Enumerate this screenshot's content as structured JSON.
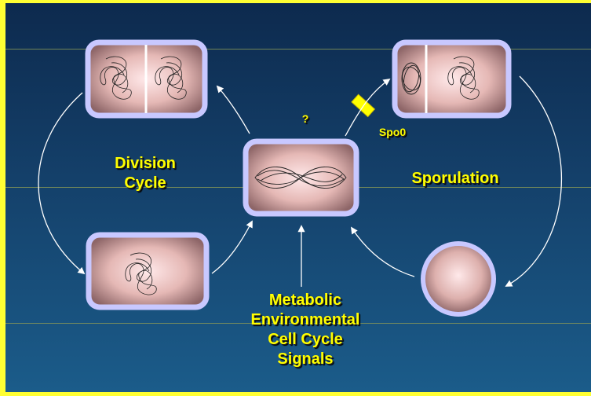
{
  "labels": {
    "question": "?",
    "spo0": "Spo0",
    "division_line1": "Division",
    "division_line2": "Cycle",
    "sporulation": "Sporulation",
    "signals_line1": "Metabolic",
    "signals_line2": "Environmental",
    "signals_line3": "Cell Cycle",
    "signals_line4": "Signals"
  },
  "colors": {
    "frame": "#ffff33",
    "text": "#ffff00",
    "cell_border": "#c8c8ff",
    "arrow": "#ffffff"
  }
}
